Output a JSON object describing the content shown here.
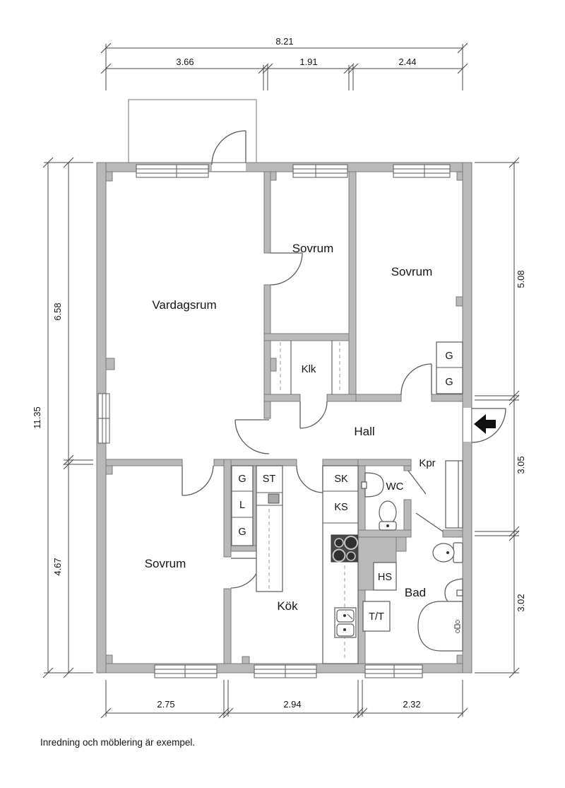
{
  "floorplan": {
    "footer_note": "Inredning och möblering är exempel.",
    "rooms": {
      "vardagsrum": "Vardagsrum",
      "sovrum_top": "Sovrum",
      "sovrum_right": "Sovrum",
      "sovrum_bottom": "Sovrum",
      "hall": "Hall",
      "klk": "Klk",
      "kpr": "Kpr",
      "wc": "WC",
      "kok": "Kök",
      "bad": "Bad"
    },
    "cabinets": {
      "g1": "G",
      "l1": "L",
      "g2": "G",
      "st": "ST",
      "sk": "SK",
      "ks": "KS",
      "hs": "HS",
      "tt": "T/T",
      "g3": "G",
      "g4": "G"
    },
    "dimensions": {
      "top_total": "8.21",
      "top": [
        "3.66",
        "1.91",
        "2.44"
      ],
      "left_total": "11.35",
      "left": [
        "6.58",
        "4.67"
      ],
      "right": [
        "5.08",
        "3.05",
        "3.02"
      ],
      "bottom": [
        "2.75",
        "2.94",
        "2.32"
      ]
    },
    "colors": {
      "wall_fill": "#b9b9b9",
      "wall_stroke": "#7b7b7b",
      "line": "#5a5a5a",
      "stove_fill": "#474747",
      "text": "#151515",
      "background": "#ffffff"
    }
  }
}
